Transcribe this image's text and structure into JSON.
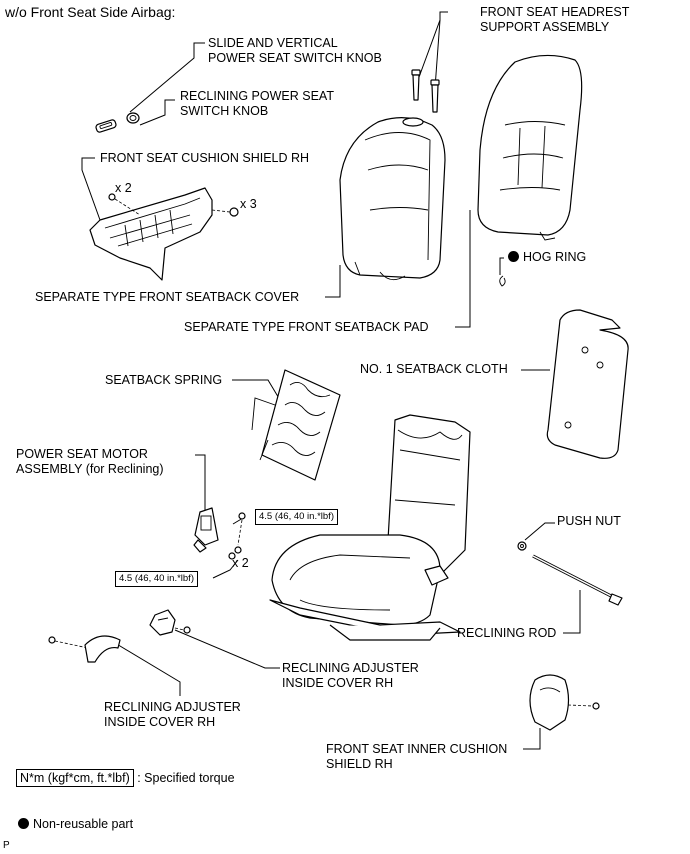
{
  "diagram": {
    "title": "w/o Front Seat Side Airbag:",
    "labels": {
      "slide_switch_knob": [
        "SLIDE AND VERTICAL",
        "POWER SEAT SWITCH KNOB"
      ],
      "reclining_switch_knob": [
        "RECLINING POWER SEAT",
        "SWITCH KNOB"
      ],
      "headrest_support": [
        "FRONT SEAT HEADREST",
        "SUPPORT ASSEMBLY"
      ],
      "cushion_shield": "FRONT SEAT CUSHION SHIELD RH",
      "qty_x2_cushion": "x 2",
      "qty_x3_cushion": "x 3",
      "hog_ring": "HOG RING",
      "seatback_cover": "SEPARATE TYPE FRONT SEATBACK COVER",
      "seatback_pad": "SEPARATE TYPE FRONT SEATBACK PAD",
      "seatback_cloth": "NO. 1 SEATBACK CLOTH",
      "seatback_spring": "SEATBACK SPRING",
      "motor_assembly": [
        "POWER SEAT MOTOR",
        "ASSEMBLY (for Reclining)"
      ],
      "torque_upper": "4.5 (46, 40 in.*lbf)",
      "torque_lower": "4.5 (46, 40 in.*lbf)",
      "qty_x2_motor": "x 2",
      "push_nut": "PUSH NUT",
      "reclining_rod": "RECLINING ROD",
      "adjuster_cover_right": [
        "RECLINING ADJUSTER",
        "INSIDE COVER RH"
      ],
      "adjuster_cover_left": [
        "RECLINING ADJUSTER",
        "INSIDE COVER RH"
      ],
      "inner_cushion_shield": [
        "FRONT SEAT INNER CUSHION",
        "SHIELD RH"
      ]
    },
    "legend": {
      "torque_box": "N*m (kgf*cm, ft.*lbf)",
      "torque_text": ": Specified torque",
      "nonreusable_text": "Non-reusable part"
    },
    "footer_code": "P"
  }
}
